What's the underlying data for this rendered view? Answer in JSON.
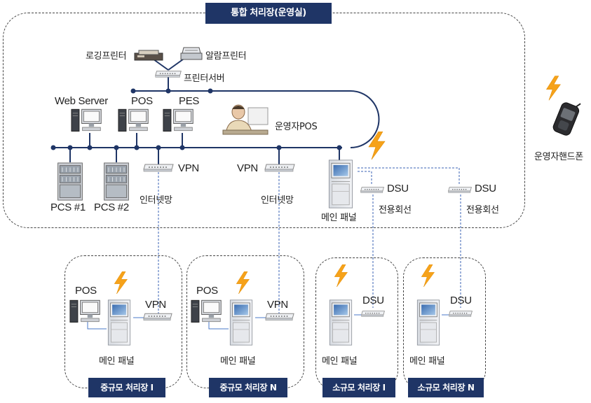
{
  "center": {
    "title": "통합 처리장(운영실)",
    "logging_printer": "로깅프린터",
    "alarm_printer": "알람프린터",
    "printer_server": "프린터서버",
    "web_server": "Web Server",
    "pos": "POS",
    "pes": "PES",
    "operator_pos": "운영자POS",
    "vpn_1": "VPN",
    "vpn_2": "VPN",
    "pcs1": "PCS #1",
    "pcs2": "PCS #2",
    "internet_1": "인터넷망",
    "internet_2": "인터넷망",
    "main_panel": "메인 패널",
    "dsu_1": "DSU",
    "dsu_2": "DSU",
    "leased_line_1": "전용회선",
    "leased_line_2": "전용회선"
  },
  "operator_phone": "운영자핸드폰",
  "sites": [
    {
      "title": "중규모 처리장 I",
      "pos": "POS",
      "link": "VPN",
      "panel": "메인 패널"
    },
    {
      "title": "중규모 처리장 N",
      "pos": "POS",
      "link": "VPN",
      "panel": "메인 패널"
    },
    {
      "title": "소규모 처리장 I",
      "link": "DSU",
      "panel": "메인 패널"
    },
    {
      "title": "소규모 처리장 N",
      "link": "DSU",
      "panel": "메인 패널"
    }
  ],
  "colors": {
    "title_bg": "#1f3566",
    "bus": "#1f3566",
    "link_line": "#3b63b5",
    "bolt": "#f6a21a"
  }
}
